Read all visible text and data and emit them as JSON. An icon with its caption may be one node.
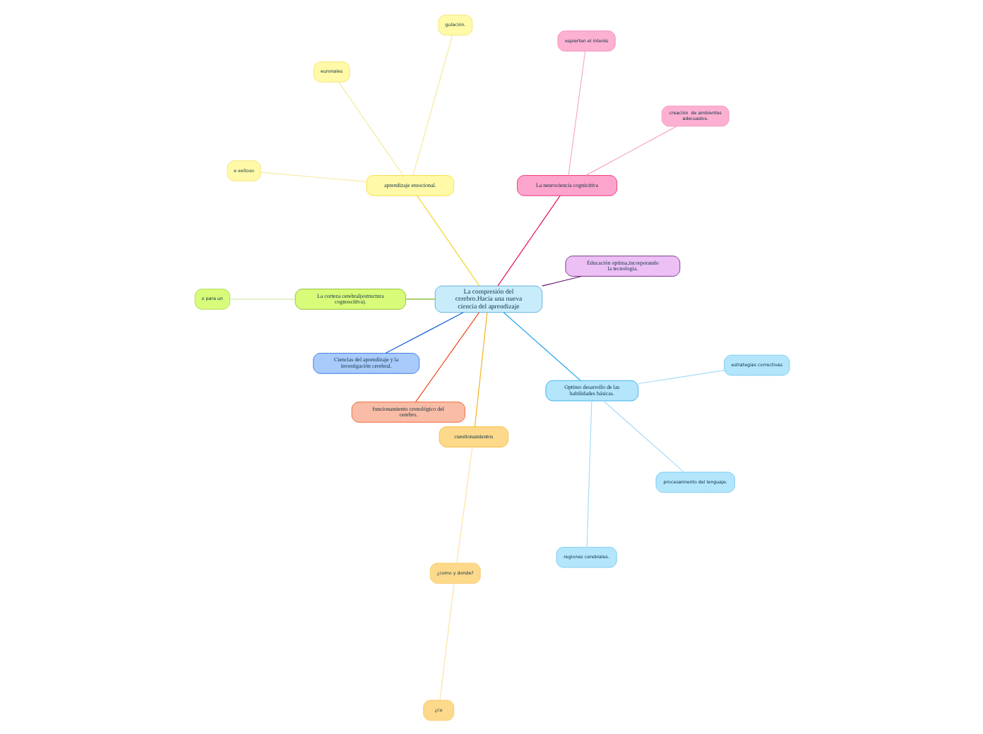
{
  "diagram": {
    "nodes": [
      {
        "text": [
          "La compresión del cerebro.Hacia una nueva ciencia del aprendizaje"
        ]
      },
      {
        "text": [
          "Educación optima,incorporando la tecnología."
        ]
      },
      {
        "text": [
          "La neurociencia cognicitiva"
        ]
      },
      {
        "text": [
          "creación  de ambientes adecuados."
        ]
      },
      {
        "text": [
          "espierten el interés"
        ]
      },
      {
        "text": [
          "aprendizaje emocional."
        ]
      },
      {
        "text": [
          "gulación."
        ]
      },
      {
        "text": [
          "euronales"
        ]
      },
      {
        "text": [
          "e exitoso"
        ]
      },
      {
        "text": [
          "La corteza cerebral(estructura cognoscitiva)."
        ]
      },
      {
        "text": [
          "o para un"
        ]
      },
      {
        "text": [
          "Ciencias del aprendizaje y la investigación cerebral."
        ]
      },
      {
        "text": [
          "funcionamiento cronológico del cerebro."
        ]
      },
      {
        "text": [
          "cuestionamientos"
        ]
      },
      {
        "text": [
          "¿como y donde?"
        ]
      },
      {
        "text": [
          "¿cu"
        ]
      },
      {
        "text": [
          "Optimo desarrollo de las habilidades básicas."
        ]
      },
      {
        "text": [
          "regiones cerebrales."
        ]
      },
      {
        "text": [
          "procesamiento del lenguaje."
        ]
      },
      {
        "text": [
          "estrategias correctivas"
        ]
      }
    ],
    "edges": [
      {
        "from": 0,
        "to": 1,
        "arrow": "none",
        "color": "#5b0f6b"
      },
      {
        "from": 0,
        "to": 2,
        "arrow": "none",
        "color": "#e8115e"
      },
      {
        "from": 2,
        "to": 3,
        "arrow": "none",
        "color": "#f7a8c8"
      },
      {
        "from": 2,
        "to": 4,
        "arrow": "none",
        "color": "#f7a8c8"
      },
      {
        "from": 0,
        "to": 5,
        "arrow": "none",
        "color": "#f2d827"
      },
      {
        "from": 5,
        "to": 6,
        "arrow": "none",
        "color": "#f5eba0"
      },
      {
        "from": 5,
        "to": 7,
        "arrow": "none",
        "color": "#f5eba0"
      },
      {
        "from": 5,
        "to": 8,
        "arrow": "none",
        "color": "#f5eba0"
      },
      {
        "from": 0,
        "to": 9,
        "arrow": "none",
        "color": "#7ab317"
      },
      {
        "from": 9,
        "to": 10,
        "arrow": "none",
        "color": "#d5e8b0"
      },
      {
        "from": 0,
        "to": 11,
        "arrow": "none",
        "color": "#1560d6"
      },
      {
        "from": 0,
        "to": 12,
        "arrow": "none",
        "color": "#ed4b1c"
      },
      {
        "from": 0,
        "to": 13,
        "arrow": "none",
        "color": "#f7b21b"
      },
      {
        "from": 13,
        "to": 14,
        "arrow": "none",
        "color": "#fde3a7"
      },
      {
        "from": 14,
        "to": 15,
        "arrow": "none",
        "color": "#fde3a7"
      },
      {
        "from": 0,
        "to": 16,
        "arrow": "none",
        "color": "#1aa3e8"
      },
      {
        "from": 16,
        "to": 17,
        "arrow": "none",
        "color": "#a8dcf5"
      },
      {
        "from": 16,
        "to": 18,
        "arrow": "none",
        "color": "#a8dcf5"
      },
      {
        "from": 16,
        "to": 19,
        "arrow": "none",
        "color": "#a8dcf5"
      }
    ]
  }
}
